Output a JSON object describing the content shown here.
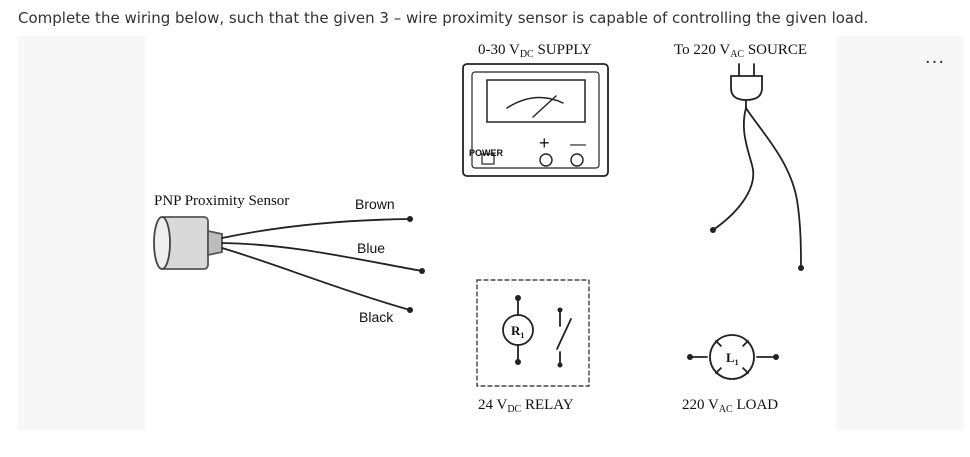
{
  "question": "Complete the wiring below, such that the given 3 – wire proximity sensor is capable of controlling the given load.",
  "toolbar": {
    "more_label": "..."
  },
  "diagram": {
    "supply_label": {
      "pre": "0-30 V",
      "sub": "DC",
      "post": " SUPPLY"
    },
    "source_label": {
      "pre": "To 220 V",
      "sub": "AC",
      "post": " SOURCE"
    },
    "sensor_label": "PNP Proximity Sensor",
    "wires": {
      "brown": "Brown",
      "blue": "Blue",
      "black": "Black"
    },
    "power_label": "POWER",
    "plus_sign": "+",
    "minus_sign": "—",
    "relay_coil": {
      "pre": "R",
      "sub": "1"
    },
    "relay_label": {
      "pre": "24 V",
      "sub": "DC",
      "post": " RELAY"
    },
    "lamp": {
      "pre": "L",
      "sub": "1"
    },
    "load_label": {
      "pre": "220 V",
      "sub": "AC",
      "post": " LOAD"
    }
  }
}
